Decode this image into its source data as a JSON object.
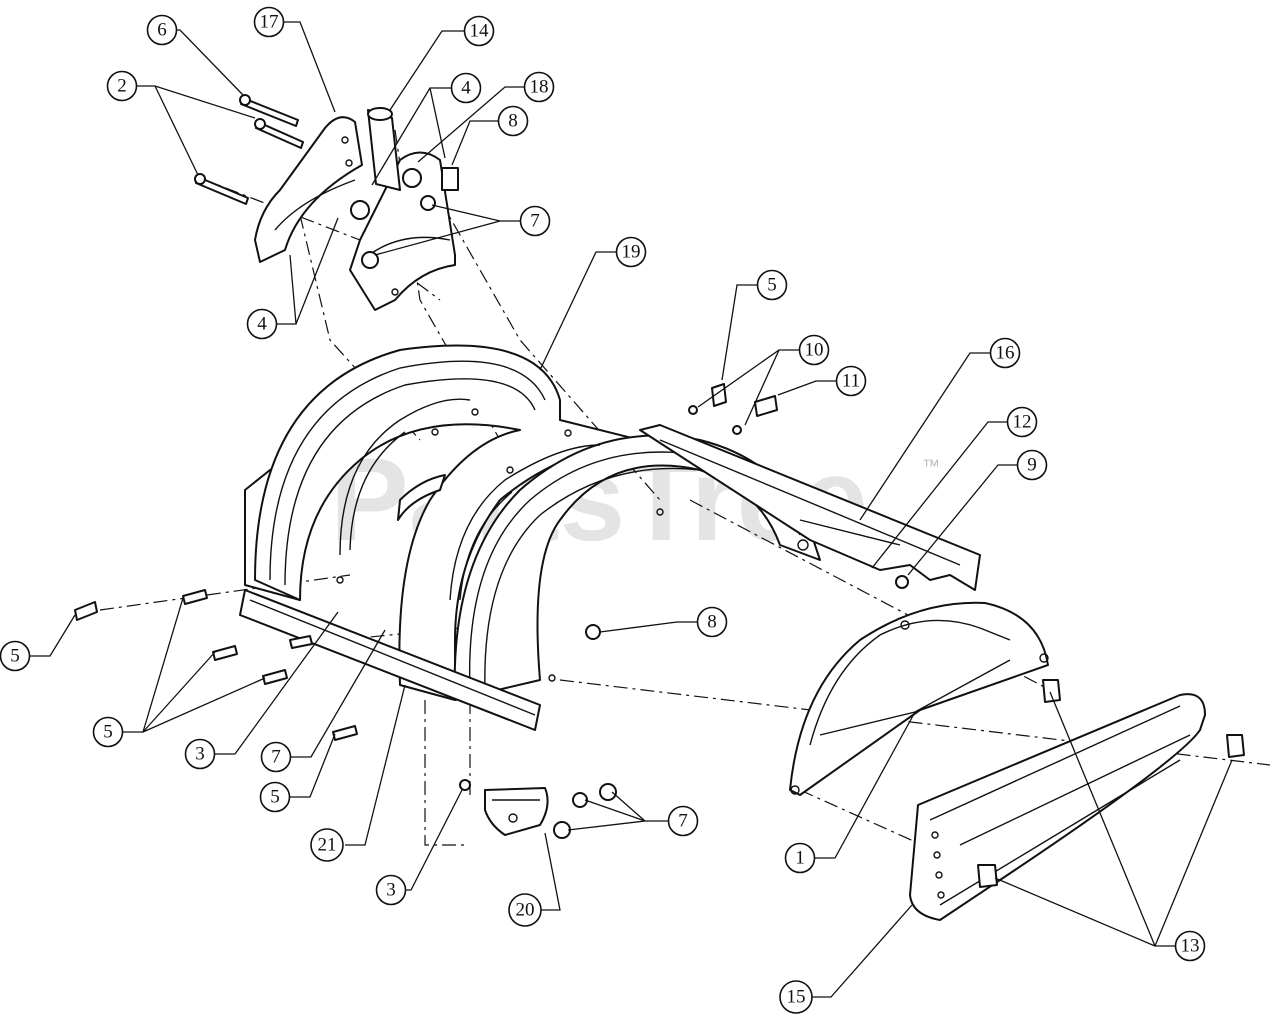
{
  "watermark": {
    "text": "PartsTree",
    "trademark": "™"
  },
  "callouts": [
    {
      "id": "c1",
      "label": "1"
    },
    {
      "id": "c2",
      "label": "2"
    },
    {
      "id": "c3a",
      "label": "3"
    },
    {
      "id": "c3b",
      "label": "3"
    },
    {
      "id": "c4a",
      "label": "4"
    },
    {
      "id": "c4b",
      "label": "4"
    },
    {
      "id": "c5a",
      "label": "5"
    },
    {
      "id": "c5b",
      "label": "5"
    },
    {
      "id": "c5c",
      "label": "5"
    },
    {
      "id": "c5d",
      "label": "5"
    },
    {
      "id": "c6",
      "label": "6"
    },
    {
      "id": "c7a",
      "label": "7"
    },
    {
      "id": "c7b",
      "label": "7"
    },
    {
      "id": "c7c",
      "label": "7"
    },
    {
      "id": "c8a",
      "label": "8"
    },
    {
      "id": "c8b",
      "label": "8"
    },
    {
      "id": "c9",
      "label": "9"
    },
    {
      "id": "c10",
      "label": "10"
    },
    {
      "id": "c11",
      "label": "11"
    },
    {
      "id": "c12",
      "label": "12"
    },
    {
      "id": "c13",
      "label": "13"
    },
    {
      "id": "c14",
      "label": "14"
    },
    {
      "id": "c15",
      "label": "15"
    },
    {
      "id": "c16",
      "label": "16"
    },
    {
      "id": "c17",
      "label": "17"
    },
    {
      "id": "c18",
      "label": "18"
    },
    {
      "id": "c19",
      "label": "19"
    },
    {
      "id": "c20",
      "label": "20"
    },
    {
      "id": "c21",
      "label": "21"
    }
  ]
}
